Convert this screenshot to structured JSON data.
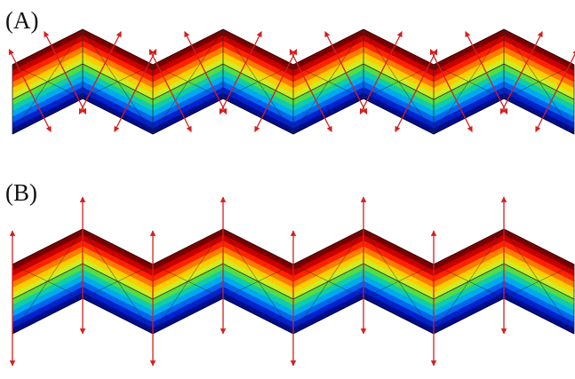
{
  "panels": [
    {
      "id": "A",
      "label": "(A)",
      "arrow_mode": "normal"
    },
    {
      "id": "B",
      "label": "(B)",
      "arrow_mode": "vertical"
    }
  ],
  "band_colors": [
    "#7a0000",
    "#c80000",
    "#ff2200",
    "#ff7a00",
    "#ffcc00",
    "#ccee22",
    "#55dd44",
    "#11ccaa",
    "#00aaee",
    "#0066ee",
    "#0022cc",
    "#000d8a"
  ],
  "mesh_line_color": "#2a2a2a",
  "arrow_color": "#d42020"
}
